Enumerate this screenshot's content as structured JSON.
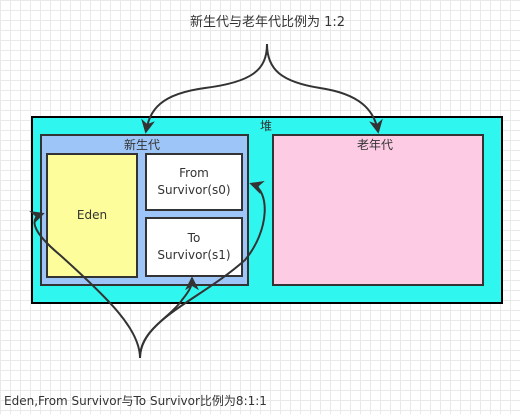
{
  "title_ratio": "新生代与老年代比例为 1:2",
  "heap_label": "堆",
  "young_label": "新生代",
  "old_label": "老年代",
  "eden_label": "Eden",
  "from_line1": "From",
  "from_line2": "Survivor(s0)",
  "to_line1": "To",
  "to_line2": "Survivor(s1)",
  "bottom_ratio": "Eden,From Survivor与To Survivor比例为8:1:1",
  "colors": {
    "heap": "#2ff7f0",
    "young": "#9dc5f7",
    "eden": "#fdfd9b",
    "old": "#fdcbe4",
    "survivor": "#ffffff",
    "arrow": "#333333"
  }
}
